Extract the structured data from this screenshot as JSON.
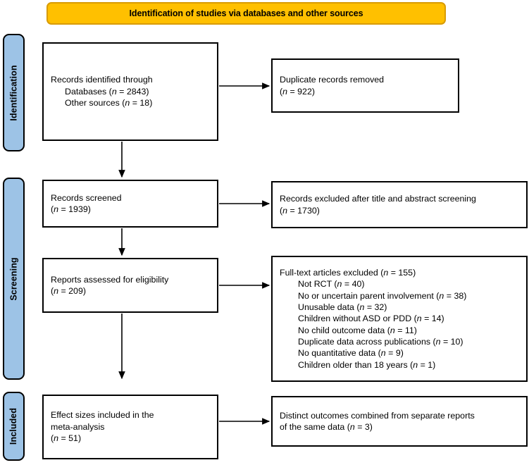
{
  "banner": {
    "title": "Identification of studies via databases and other sources",
    "fill_color": "#FFC000",
    "border_color": "#D89B00"
  },
  "stages": [
    {
      "id": "identification",
      "label": "Identification",
      "fill_color": "#9DC3E6"
    },
    {
      "id": "screening",
      "label": "Screening",
      "fill_color": "#9DC3E6"
    },
    {
      "id": "included",
      "label": "Included",
      "fill_color": "#9DC3E6"
    }
  ],
  "boxes": {
    "records_identified": {
      "line1": "Records identified through",
      "line2_pre": "Databases (",
      "line2_n": "n",
      "line2_post": " = 2843)",
      "line3_pre": "Other sources (",
      "line3_n": "n",
      "line3_post": " = 18)"
    },
    "duplicates_removed": {
      "line1": "Duplicate records removed",
      "line2_pre": "(",
      "line2_n": "n",
      "line2_post": " = 922)"
    },
    "records_screened": {
      "line1": "Records screened",
      "line2_pre": "(",
      "line2_n": "n",
      "line2_post": " = 1939)"
    },
    "records_excluded": {
      "line1": "Records excluded after title and abstract screening",
      "line2_pre": "(",
      "line2_n": "n",
      "line2_post": " = 1730)"
    },
    "reports_assessed": {
      "line1": "Reports assessed for eligibility",
      "line2_pre": "(",
      "line2_n": "n",
      "line2_post": " = 209)"
    },
    "fulltext_excluded": {
      "heading_pre": "Full-text articles excluded (",
      "heading_n": "n",
      "heading_post": " = 155)",
      "reasons": [
        {
          "label": "Not RCT (",
          "n": "n",
          "count": " = 40)"
        },
        {
          "label": "No or uncertain parent involvement (",
          "n": "n",
          "count": " = 38)"
        },
        {
          "label": "Unusable data (",
          "n": "n",
          "count": " = 32)"
        },
        {
          "label": "Children without ASD or PDD (",
          "n": "n",
          "count": " = 14)"
        },
        {
          "label": "No child outcome data (",
          "n": "n",
          "count": " = 11)"
        },
        {
          "label": "Duplicate data across publications (",
          "n": "n",
          "count": " = 10)"
        },
        {
          "label": "No quantitative data (",
          "n": "n",
          "count": " = 9)"
        },
        {
          "label": "Children older than 18 years (",
          "n": "n",
          "count": " = 1)"
        }
      ]
    },
    "effect_sizes": {
      "line1": "Effect sizes included in the",
      "line2": "meta-analysis",
      "line3_pre": "(",
      "line3_n": "n",
      "line3_post": " = 51)"
    },
    "distinct_outcomes": {
      "line1": "Distinct outcomes combined from separate reports",
      "line2_pre": "of the same data (",
      "line2_n": "n",
      "line2_post": " = 3)"
    }
  },
  "connectors": [
    {
      "name": "identified-to-duplicates",
      "from": "records_identified",
      "to": "duplicates_removed",
      "direction": "right"
    },
    {
      "name": "identified-to-screened",
      "from": "records_identified",
      "to": "records_screened",
      "direction": "down"
    },
    {
      "name": "screened-to-excluded",
      "from": "records_screened",
      "to": "records_excluded",
      "direction": "right"
    },
    {
      "name": "screened-to-assessed",
      "from": "records_screened",
      "to": "reports_assessed",
      "direction": "down"
    },
    {
      "name": "assessed-to-fulltext",
      "from": "reports_assessed",
      "to": "fulltext_excluded",
      "direction": "right"
    },
    {
      "name": "assessed-to-effect-sizes",
      "from": "reports_assessed",
      "to": "effect_sizes",
      "direction": "down"
    },
    {
      "name": "effect-sizes-to-distinct",
      "from": "effect_sizes",
      "to": "distinct_outcomes",
      "direction": "right"
    }
  ],
  "colors": {
    "banner_fill": "#FFC000",
    "stage_fill": "#9DC3E6",
    "box_border": "#000000",
    "background": "#FFFFFF"
  }
}
